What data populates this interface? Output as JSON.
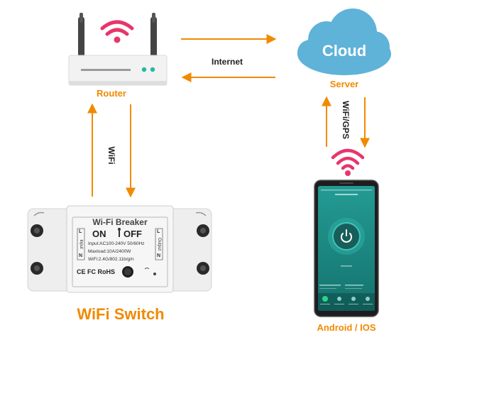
{
  "router": {
    "label": "Router"
  },
  "cloud": {
    "text": "Cloud",
    "label": "Server"
  },
  "links": {
    "internet": "Internet",
    "wifi": "WiFi",
    "wifi_gps": "WiFi/GPS"
  },
  "switch_device": {
    "title": "Wi-Fi Breaker",
    "on": "ON",
    "off": "OFF",
    "input_side": "Input",
    "output_side": "Output",
    "l": "L",
    "n": "N",
    "spec1": "Input:AC100-240V 50/60Hz",
    "spec2": "Maxload:10A/2400W",
    "spec3": "WiFi:2.4G/802.11b/g/n",
    "marks": "CE FC RoHS",
    "label": "WiFi Switch"
  },
  "phone": {
    "label": "Android / IOS"
  },
  "colors": {
    "accent": "#f08a00",
    "cloud": "#5fb2d8",
    "wifi": "#e8356b",
    "phone_screen": "#1e8f8a"
  }
}
